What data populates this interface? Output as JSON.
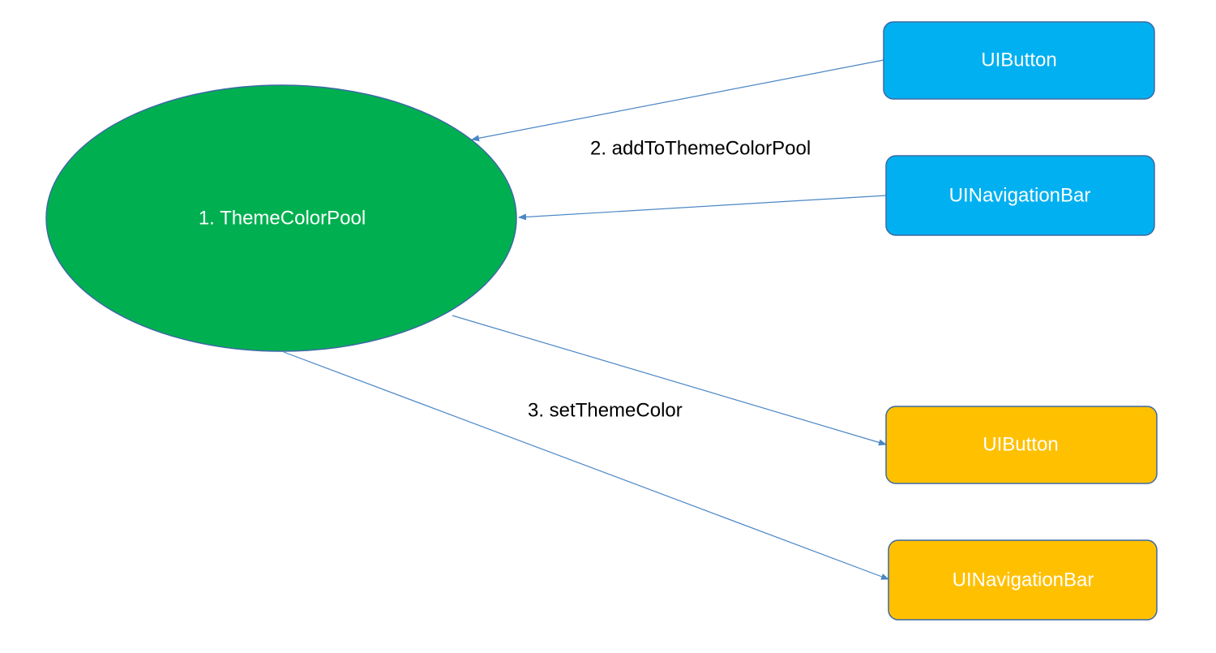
{
  "diagram": {
    "colors": {
      "pool_fill": "#00b050",
      "pool_stroke": "#3c6aa4",
      "source_fill": "#00b0f0",
      "source_stroke": "#3c6aa4",
      "target_fill": "#ffc000",
      "target_stroke": "#3c6aa4",
      "edge": "#4a86c5",
      "node_text": "#ffffff",
      "label_text": "#000000"
    },
    "pool": {
      "label": "1. ThemeColorPool"
    },
    "sources": [
      {
        "label": "UIButton"
      },
      {
        "label": "UINavigationBar"
      }
    ],
    "targets": [
      {
        "label": "UIButton"
      },
      {
        "label": "UINavigationBar"
      }
    ],
    "edge_labels": {
      "add": "2. addToThemeColorPool",
      "set": "3. setThemeColor"
    }
  }
}
